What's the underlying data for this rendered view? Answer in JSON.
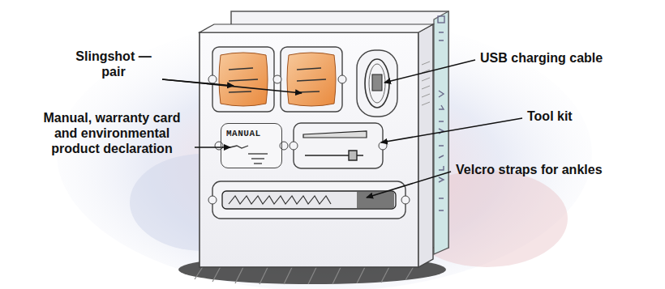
{
  "diagram": {
    "nodes": [
      {
        "text": [
          "MANUAL"
        ]
      }
    ],
    "labels": [
      "Slingshot — pair",
      "USB charging cable",
      "Manual, warranty card and environmental product declaration",
      "Tool kit",
      "Velcro straps for ankles"
    ]
  }
}
